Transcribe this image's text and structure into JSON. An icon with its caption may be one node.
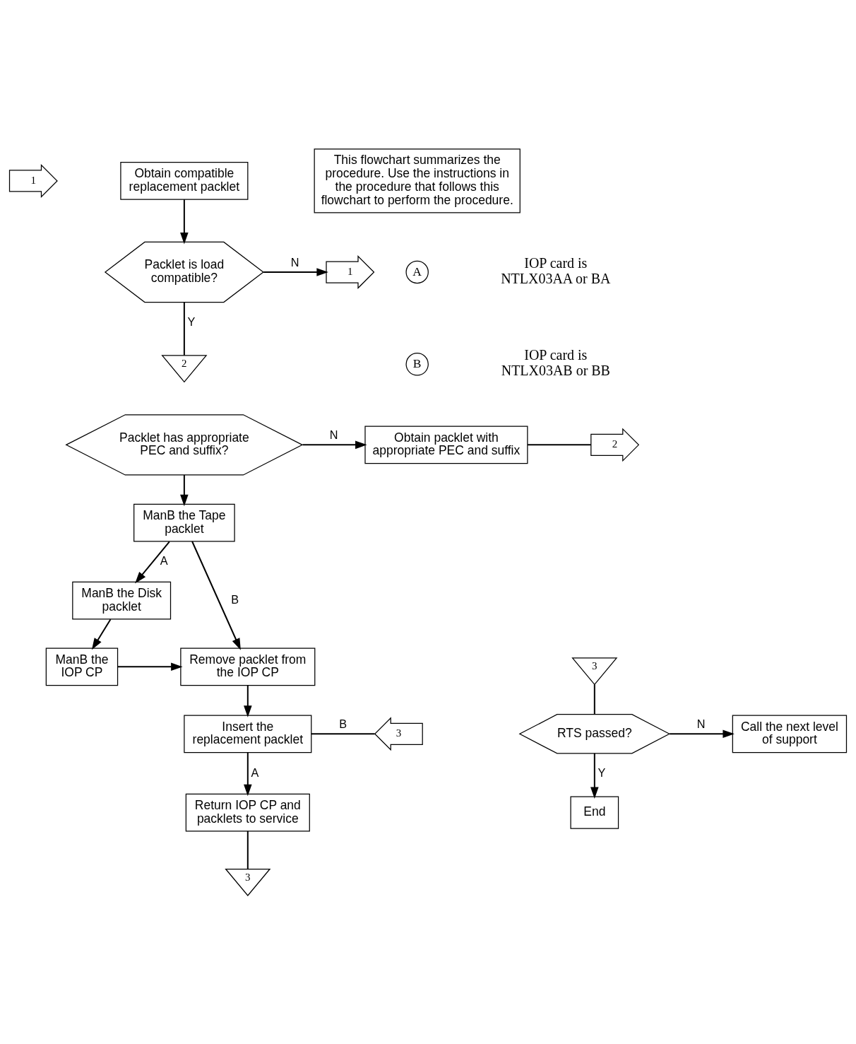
{
  "diagram": {
    "nodes": [
      {
        "text": [
          "1"
        ]
      },
      {
        "text": [
          "Obtain compatible replacement packlet"
        ]
      },
      {
        "text": [
          "Packlet is load compatible?"
        ]
      },
      {
        "text": [
          "1"
        ]
      },
      {
        "text": [
          "2"
        ]
      },
      {
        "text": [
          "Packlet has appropriate PEC and suffix?"
        ]
      },
      {
        "text": [
          "Obtain packlet with appropriate PEC and suffix"
        ]
      },
      {
        "text": [
          "2"
        ]
      },
      {
        "text": [
          "ManB the Tape packlet"
        ]
      },
      {
        "text": [
          "ManB the Disk packlet"
        ]
      },
      {
        "text": [
          "ManB the IOP CP"
        ]
      },
      {
        "text": [
          "Remove packlet from the IOP CP"
        ]
      },
      {
        "text": [
          "Insert the replacement packlet"
        ]
      },
      {
        "text": [
          "3"
        ]
      },
      {
        "text": [
          "Return IOP CP and packlets to service"
        ]
      },
      {
        "text": [
          "3"
        ]
      },
      {
        "text": [
          "3"
        ]
      },
      {
        "text": [
          "RTS passed?"
        ]
      },
      {
        "text": [
          "Call the next level of support"
        ]
      },
      {
        "text": [
          "End"
        ]
      },
      {
        "text": [
          "This flowchart summarizes the procedure. Use the instructions in the procedure that follows this flowchart to perform the procedure."
        ]
      }
    ],
    "edges": [
      {
        "from": 1,
        "to": 2,
        "arrow": "to"
      },
      {
        "from": 2,
        "to": 3,
        "arrow": "to",
        "label": "N"
      },
      {
        "from": 2,
        "to": 4,
        "arrow": "none",
        "label": "Y"
      },
      {
        "from": 5,
        "to": 6,
        "arrow": "to",
        "label": "N"
      },
      {
        "from": 6,
        "to": 7,
        "arrow": "none"
      },
      {
        "from": 5,
        "to": 8,
        "arrow": "to"
      },
      {
        "from": 8,
        "to": 9,
        "arrow": "to",
        "label": "A"
      },
      {
        "from": 8,
        "to": 11,
        "arrow": "to",
        "label": "B"
      },
      {
        "from": 9,
        "to": 10,
        "arrow": "to"
      },
      {
        "from": 10,
        "to": 11,
        "arrow": "to"
      },
      {
        "from": 11,
        "to": 12,
        "arrow": "to"
      },
      {
        "from": 12,
        "to": 13,
        "arrow": "none",
        "label": "B"
      },
      {
        "from": 12,
        "to": 14,
        "arrow": "to",
        "label": "A"
      },
      {
        "from": 14,
        "to": 15,
        "arrow": "none"
      },
      {
        "from": 16,
        "to": 17,
        "arrow": "none"
      },
      {
        "from": 17,
        "to": 18,
        "arrow": "to",
        "label": "N"
      },
      {
        "from": 17,
        "to": 19,
        "arrow": "to",
        "label": "Y"
      }
    ],
    "labels": [
      "A",
      "IOP card is NTLX03AA or BA",
      "B",
      "IOP card is NTLX03AB or BB"
    ]
  }
}
